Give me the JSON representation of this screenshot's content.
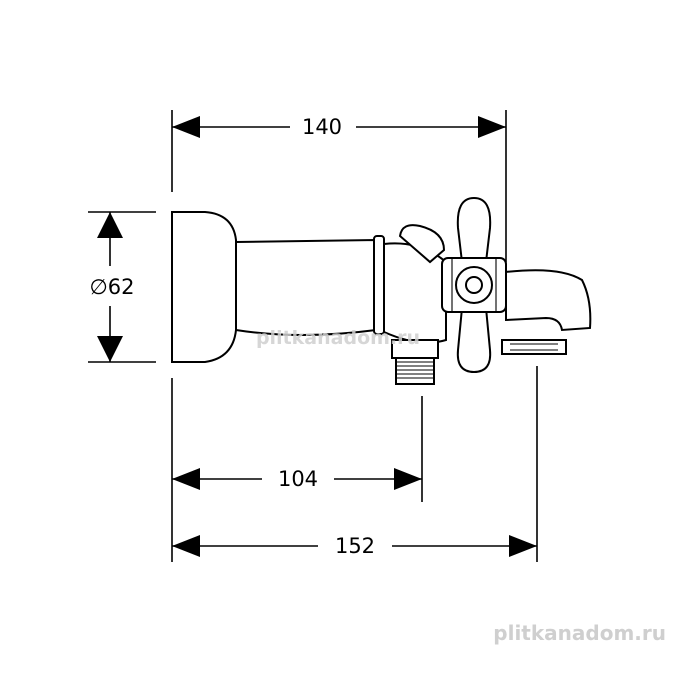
{
  "dimensions": {
    "top_width": "140",
    "height_diameter": "∅62",
    "outlet_distance": "104",
    "total_length": "152"
  },
  "watermarks": {
    "center": "plitkanadom.ru",
    "corner": "plitkanadom.ru"
  }
}
